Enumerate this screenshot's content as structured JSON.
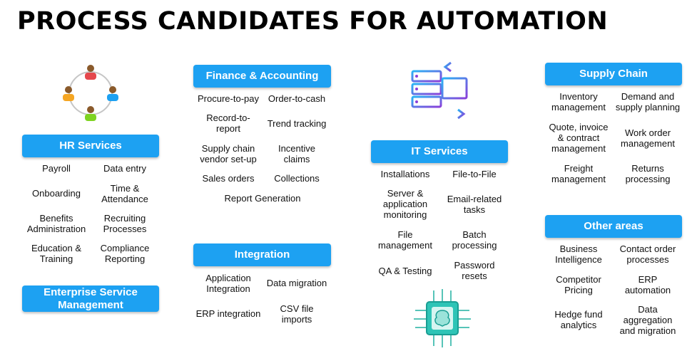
{
  "title": "PROCESS CANDIDATES FOR AUTOMATION",
  "hr": {
    "header": "HR Services",
    "items": [
      "Payroll",
      "Data entry",
      "Onboarding",
      "Time &\nAttendance",
      "Benefits\nAdministration",
      "Recruiting\nProcesses",
      "Education &\nTraining",
      "Compliance\nReporting"
    ]
  },
  "esm": {
    "header": "Enterprise Service\nManagement"
  },
  "finance": {
    "header": "Finance & Accounting",
    "items": [
      "Procure-to-pay",
      "Order-to-cash",
      "Record-to-\nreport",
      "Trend tracking",
      "Supply chain\nvendor set-up",
      "Incentive\nclaims",
      "Sales orders",
      "Collections",
      "Report Generation"
    ]
  },
  "integration": {
    "header": "Integration",
    "items": [
      "Application\nIntegration",
      "Data migration",
      "ERP integration",
      "CSV file\nimports"
    ]
  },
  "it": {
    "header": "IT Services",
    "items": [
      "Installations",
      "File-to-File",
      "Server &\napplication\nmonitoring",
      "Email-related\ntasks",
      "File\nmanagement",
      "Batch\nprocessing",
      "QA & Testing",
      "Password\nresets"
    ]
  },
  "supply": {
    "header": "Supply Chain",
    "items": [
      "Inventory\nmanagement",
      "Demand and\nsupply planning",
      "Quote, invoice\n& contract\nmanagement",
      "Work order\nmanagement",
      "Freight\nmanagement",
      "Returns\nprocessing"
    ]
  },
  "other": {
    "header": "Other areas",
    "items": [
      "Business\nIntelligence",
      "Contact order\nprocesses",
      "Competitor\nPricing",
      "ERP\nautomation",
      "Hedge fund\nanalytics",
      "Data\naggregation\nand migration"
    ]
  },
  "icons": [
    "people-network-icon",
    "server-transfer-icon",
    "ai-chip-icon"
  ],
  "colors": {
    "header_bg": "#1da1f2",
    "header_text": "#ffffff"
  }
}
